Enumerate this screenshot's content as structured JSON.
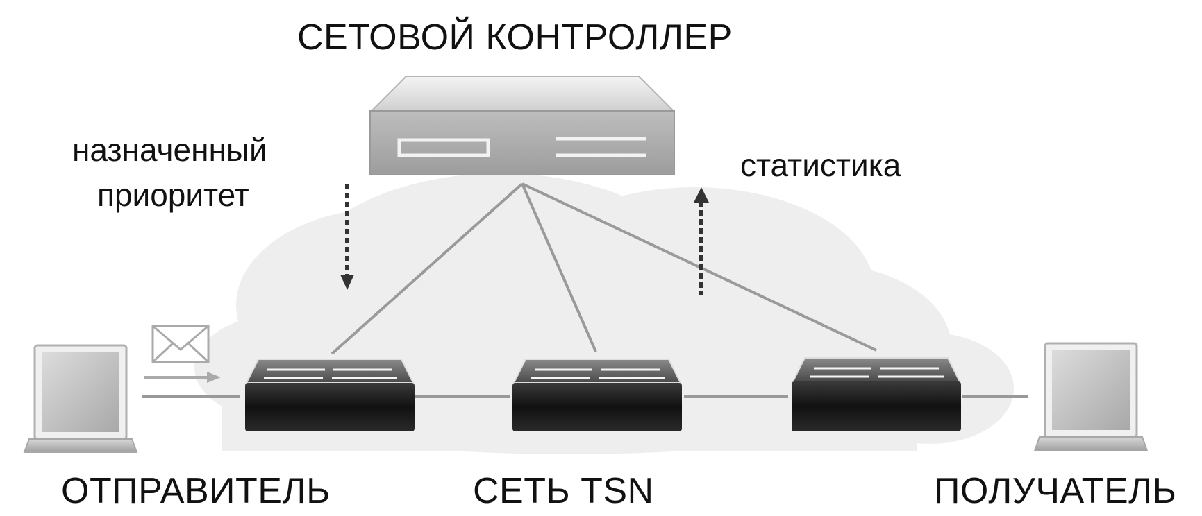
{
  "labels": {
    "controller": "СЕТОВОЙ КОНТРОЛЛЕР",
    "priority_line1": "назначенный",
    "priority_line2": "приоритет",
    "statistics": "статистика",
    "sender": "ОТПРАВИТЕЛЬ",
    "network": "СЕТЬ TSN",
    "receiver": "ПОЛУЧАТЕЛЬ"
  },
  "colors": {
    "cloud": "#eeeeee",
    "switch_top": "#6a6a6a",
    "switch_front": "#151515",
    "controller_body": "#c8c8c8",
    "line": "#9a9a9a",
    "arrow": "#333333"
  },
  "icons": {
    "controller": "server-appliance-icon",
    "switch": "network-switch-icon",
    "laptop": "laptop-icon",
    "envelope": "envelope-icon"
  }
}
